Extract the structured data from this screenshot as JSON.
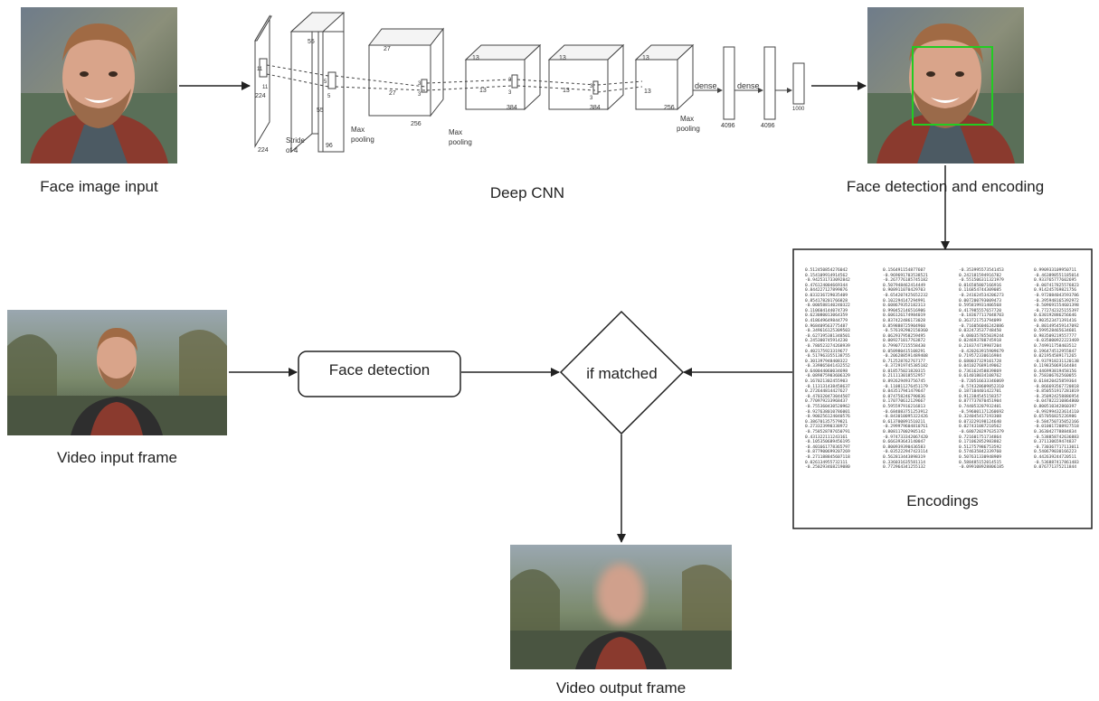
{
  "captions": {
    "face_input": "Face image input",
    "deep_cnn": "Deep CNN",
    "face_detect_encode": "Face detection and encoding",
    "video_input": "Video input frame",
    "encodings": "Encodings",
    "video_output": "Video output frame"
  },
  "nodes": {
    "face_detection": "Face detection",
    "if_matched": "if matched"
  },
  "cnn": {
    "input_dims": [
      "224",
      "224"
    ],
    "stride": [
      "Stride",
      "of 4"
    ],
    "layer1": [
      "55",
      "55",
      "96",
      "11",
      "11",
      "5",
      "5"
    ],
    "layer2": [
      "27",
      "27",
      "256",
      "3",
      "3"
    ],
    "layer3": [
      "13",
      "13",
      "384",
      "3",
      "3"
    ],
    "layer4": [
      "13",
      "13",
      "384",
      "3",
      "3"
    ],
    "layer5": [
      "13",
      "13",
      "256"
    ],
    "pool_labels": [
      "Max",
      "pooling",
      "Max",
      "pooling",
      "Max",
      "pooling"
    ],
    "dense_labels": [
      "dense",
      "dense"
    ],
    "dense_sizes": [
      "4096",
      "4096",
      "1000"
    ]
  },
  "colors": {
    "line": "#222222",
    "detect_box": "#22cc22",
    "skin": "#d9a48a",
    "hoodie": "#8a3a2e",
    "beard": "#9a6a4a"
  }
}
